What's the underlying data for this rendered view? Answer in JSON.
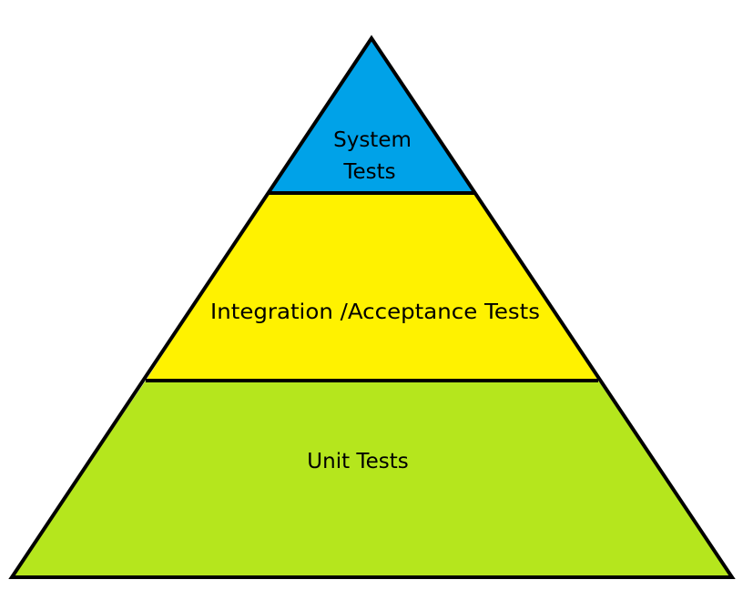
{
  "pyramid": {
    "layers": [
      {
        "id": "system",
        "lines": [
          "System",
          "Tests"
        ],
        "color": "#00a2e8"
      },
      {
        "id": "integration",
        "lines": [
          "Integration /Acceptance Tests"
        ],
        "color": "#fff200"
      },
      {
        "id": "unit",
        "lines": [
          "Unit Tests"
        ],
        "color": "#b5e61d"
      }
    ],
    "outline_color": "#000000"
  }
}
